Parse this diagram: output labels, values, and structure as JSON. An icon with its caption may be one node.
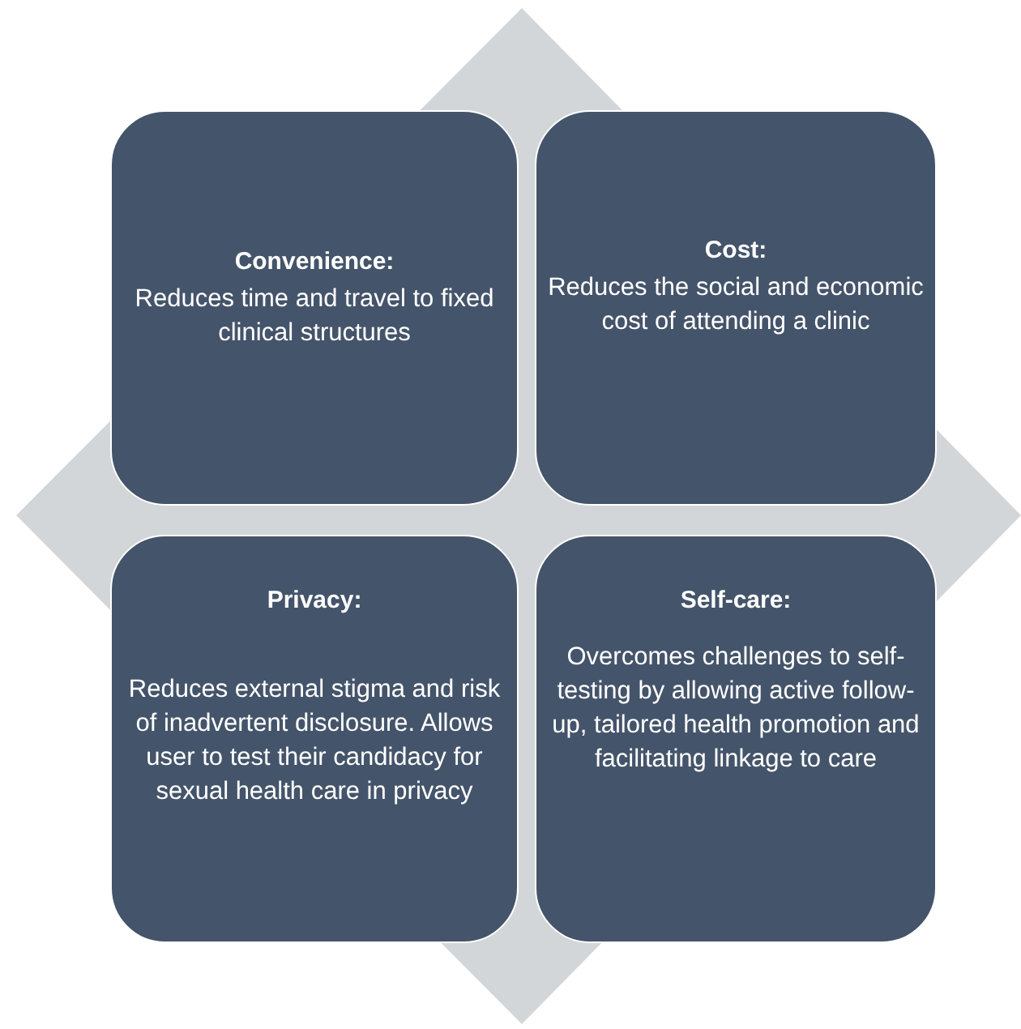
{
  "diagram": {
    "nodes": [
      {
        "text": [
          "Convenience:",
          "Reduces time and travel to fixed clinical structures"
        ]
      },
      {
        "text": [
          "Cost:",
          "Reduces the social and economic cost of attending a clinic"
        ]
      },
      {
        "text": [
          "Privacy:",
          "Reduces external stigma and risk of inadvertent disclosure. Allows user to test their candidacy for sexual health care in privacy"
        ]
      },
      {
        "text": [
          "Self-care:",
          "Overcomes challenges to self-testing by allowing active follow-up, tailored health promotion and facilitating linkage to care"
        ]
      }
    ]
  }
}
